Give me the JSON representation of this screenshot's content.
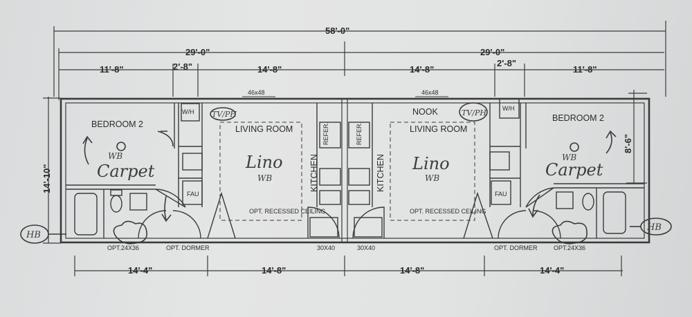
{
  "dimensions": {
    "overall": "58'-0\"",
    "left_half": "29'-0\"",
    "right_half": "29'-0\"",
    "left_bedroom_width": "11'-8\"",
    "left_closet_width": "2'-8\"",
    "left_living_width": "14'-8\"",
    "right_living_width": "14'-8\"",
    "right_closet_width": "2'-8\"",
    "right_bedroom_width": "11'-8\"",
    "depth_left": "14'-10\"",
    "depth_right": "8'-6\"",
    "bottom_left_bedroom": "14'-4\"",
    "bottom_left_living": "14'-8\"",
    "bottom_right_living": "14'-8\"",
    "bottom_right_bedroom": "14'-4\""
  },
  "rooms": {
    "left_bedroom": "BEDROOM 2",
    "right_bedroom": "BEDROOM 2",
    "left_living": "LIVING ROOM",
    "right_living": "LIVING ROOM",
    "nook": "NOOK",
    "left_kitchen": "KITCHEN",
    "right_kitchen": "KITCHEN",
    "left_recessed": "OPT. RECESSED CEILING",
    "right_recessed": "OPT. RECESSED CEILING"
  },
  "fixtures": {
    "water_heater_left": "W/H",
    "water_heater_right": "W/H",
    "fau_left": "FAU",
    "fau_right": "FAU",
    "refer_left": "REFER.",
    "refer_right": "REFER."
  },
  "windows": {
    "left_living_window": "46x48",
    "right_living_window": "46x48",
    "left_bottom_window": "30X40",
    "right_bottom_window": "30X40",
    "left_bed_window": "OPT.24X36",
    "right_bed_window": "OPT.24X36",
    "left_dormer": "OPT. DORMER",
    "right_dormer": "OPT. DORMER"
  },
  "handwritten": {
    "left_carpet": "Carpet",
    "right_carpet": "Carpet",
    "left_wb": "WB",
    "right_wb": "WB",
    "left_lino": "Lino",
    "right_lino": "Lino",
    "left_lino_wb": "WB",
    "right_lino_wb": "WB",
    "left_tv": "TV/PH",
    "right_tv": "TV/PH",
    "left_hb": "HB",
    "right_hb": "HB"
  }
}
